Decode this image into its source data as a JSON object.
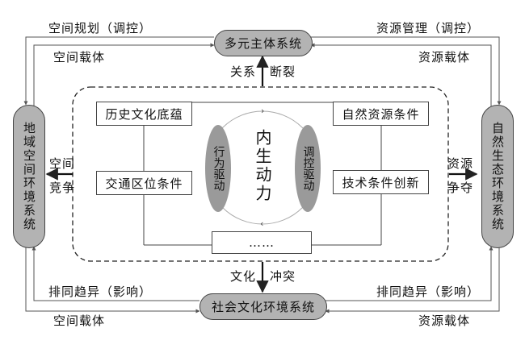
{
  "top_system": "多元主体系统",
  "bottom_system": "社会文化环境系统",
  "left_system": "地域空间环境系统",
  "right_system": "自然生态环境系统",
  "corner_labels": {
    "top_left_outer": "空间规划（调控）",
    "top_left_inner": "空间载体",
    "top_right_outer": "资源管理（调控）",
    "top_right_inner": "资源载体",
    "bottom_left_inner": "排同趋异（影响）",
    "bottom_left_outer": "空间载体",
    "bottom_right_inner": "排同趋异（影响）",
    "bottom_right_outer": "资源载体"
  },
  "arrow_labels": {
    "top_a": "关系",
    "top_b": "断裂",
    "bottom_a": "文化",
    "bottom_b": "冲突",
    "left_a": "空间",
    "left_b": "竞争",
    "right_a": "资源",
    "right_b": "争夺"
  },
  "inner_boxes": {
    "history": "历史文化底蕴",
    "traffic": "交通区位条件",
    "natural": "自然资源条件",
    "tech": "技术条件创新",
    "more": "……"
  },
  "drivers": {
    "left": "行为驱动",
    "right": "调控驱动",
    "center": "内生动力"
  }
}
